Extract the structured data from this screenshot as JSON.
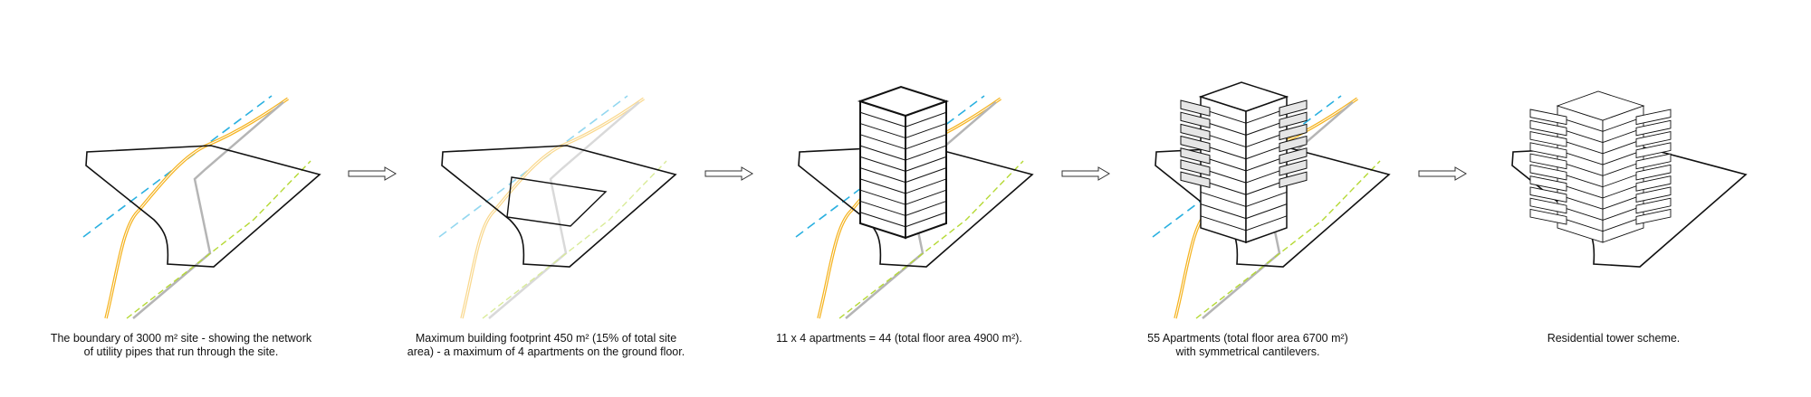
{
  "panels": [
    {
      "caption_line1": "The boundary of 3000 m² site - showing the network",
      "caption_line2": "of utility pipes that run through the site."
    },
    {
      "caption_line1": "Maximum building footprint 450 m² (15% of total site",
      "caption_line2": "area) - a maximum of 4 apartments on the ground floor."
    },
    {
      "caption_line1": "11 x 4 apartments = 44 (total floor area 4900 m²).",
      "caption_line2": ""
    },
    {
      "caption_line1": "55 Apartments (total floor area 6700 m²)",
      "caption_line2": "with symmetrical cantilevers."
    },
    {
      "caption_line1": "Residential tower scheme.",
      "caption_line2": ""
    }
  ],
  "colors": {
    "water": "#f5b320",
    "blue": "#2ab0e0",
    "gray": "#b5b5b5",
    "green": "#b5d935",
    "outline": "#111111",
    "cantilever": "#e6e6e6"
  },
  "icons": [
    "arrow-right-icon"
  ]
}
